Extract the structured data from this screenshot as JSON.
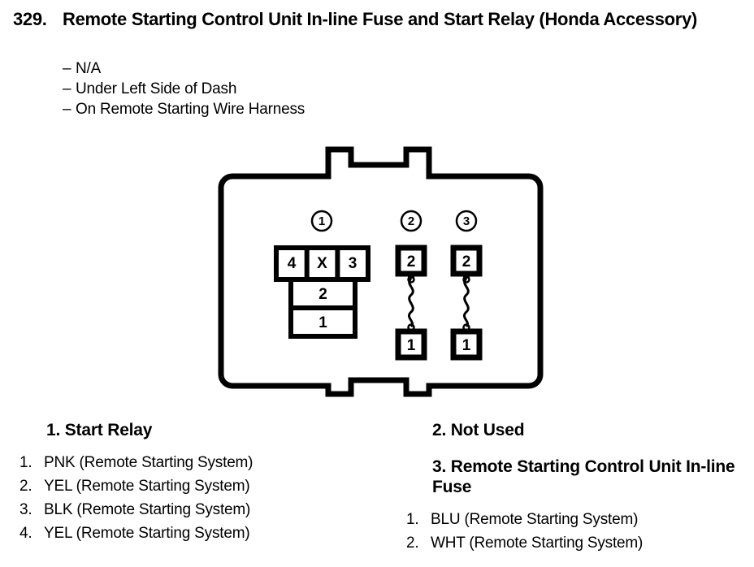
{
  "header": {
    "number": "329.",
    "title": "Remote Starting Control Unit In-line Fuse and Start Relay (Honda Accessory)",
    "bullets": [
      "N/A",
      "Under Left Side of Dash",
      "On Remote Starting Wire Harness"
    ],
    "dash": "–"
  },
  "diagram": {
    "callouts": [
      {
        "id": "callout-1",
        "label": "1"
      },
      {
        "id": "callout-2",
        "label": "2"
      },
      {
        "id": "callout-3",
        "label": "3"
      }
    ],
    "relay_block": {
      "top_row": [
        "4",
        "X",
        "3"
      ],
      "lower_rows": [
        "2",
        "1"
      ]
    },
    "fuses": [
      {
        "name": "fuse-2",
        "top_terminal": "2",
        "bottom_terminal": "1"
      },
      {
        "name": "fuse-3",
        "top_terminal": "2",
        "bottom_terminal": "1"
      }
    ],
    "line_color": "#000000",
    "fill_color": "#ffffff"
  },
  "legend": {
    "left": {
      "heading": "1. Start Relay",
      "wires": [
        {
          "index": "1.",
          "text": "PNK (Remote Starting System)"
        },
        {
          "index": "2.",
          "text": "YEL (Remote Starting System)"
        },
        {
          "index": "3.",
          "text": "BLK (Remote Starting System)"
        },
        {
          "index": "4.",
          "text": "YEL (Remote Starting System)"
        }
      ]
    },
    "right": {
      "heading_not_used": "2. Not Used",
      "heading_fuse": "3. Remote Starting Control Unit In-line Fuse",
      "wires": [
        {
          "index": "1.",
          "text": "BLU (Remote Starting System)"
        },
        {
          "index": "2.",
          "text": "WHT (Remote Starting System)"
        }
      ]
    }
  }
}
